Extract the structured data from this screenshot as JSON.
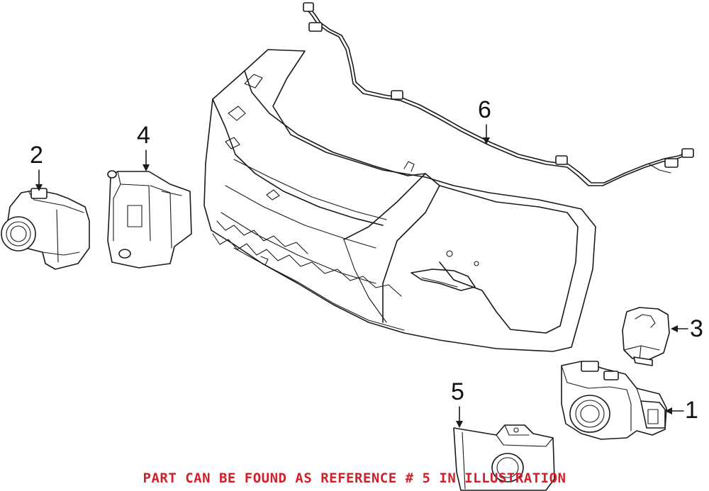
{
  "callouts": {
    "c1": "1",
    "c2": "2",
    "c3": "3",
    "c4": "4",
    "c5": "5",
    "c6": "6"
  },
  "footer_note": "PART CAN BE FOUND AS REFERENCE # 5 IN ILLUSTRATION",
  "colors": {
    "line": "#1a1a1a",
    "note": "#d0202a",
    "background": "#ffffff"
  }
}
